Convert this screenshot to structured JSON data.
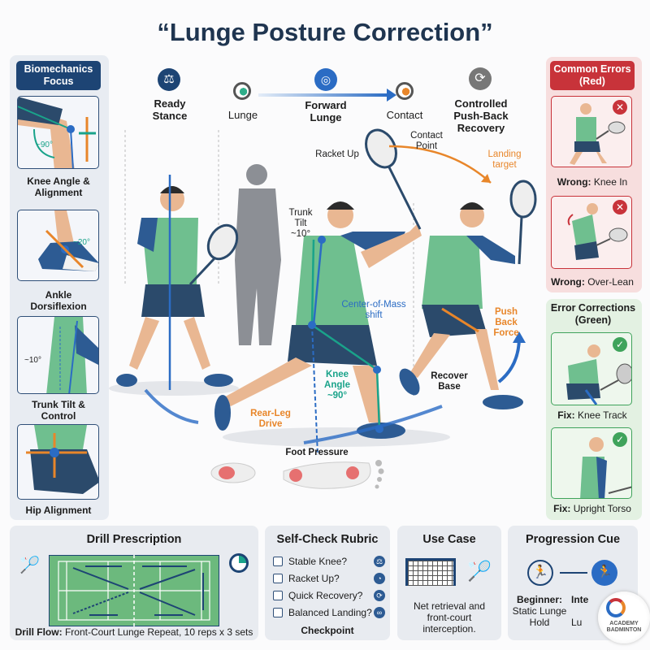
{
  "title": "“Lunge Posture Correction”",
  "biomechanics": {
    "header": "Biomechanics Focus",
    "items": [
      {
        "label": "Knee Angle & Alignment",
        "angle": "~90°"
      },
      {
        "label": "Ankle Dorsiflexion",
        "angle": "~20°"
      },
      {
        "label": "Trunk Tilt & Control",
        "angle": "~10°"
      },
      {
        "label": "Hip Alignment"
      }
    ]
  },
  "steps": [
    {
      "label": "Ready Stance",
      "icon": "balance-scale-icon"
    },
    {
      "label": "Lunge",
      "icon": "stopwatch-icon"
    },
    {
      "label": "Forward Lunge",
      "icon": "racket-icon"
    },
    {
      "label": "Contact",
      "icon": "stopwatch-icon"
    },
    {
      "label": "Controlled Push-Back Recovery",
      "icon": "recycle-icon"
    }
  ],
  "annotations": {
    "racket_up": "Racket Up",
    "contact_point": "Contact Point",
    "landing_target": "Landing target",
    "trunk_tilt": "Trunk Tilt ~10°",
    "center_of_mass": "Center-of-Mass shift",
    "knee_angle": "Knee Angle ~90°",
    "rear_leg": "Rear-Leg Drive",
    "recover_base": "Recover Base",
    "push_back": "Push Back Force",
    "foot_pressure": "Foot Pressure"
  },
  "errors": {
    "header": "Common Errors (Red)",
    "items": [
      {
        "prefix": "Wrong:",
        "text": "Knee In"
      },
      {
        "prefix": "Wrong:",
        "text": "Over-Lean"
      }
    ]
  },
  "corrections": {
    "header": "Error Corrections (Green)",
    "items": [
      {
        "prefix": "Fix:",
        "text": "Knee Track"
      },
      {
        "prefix": "Fix:",
        "text": "Upright Torso"
      }
    ]
  },
  "drill": {
    "title": "Drill Prescription",
    "flow_label": "Drill Flow:",
    "flow_text": "Front-Court Lunge Repeat, 10 reps x 3 sets"
  },
  "rubric": {
    "title": "Self-Check Rubric",
    "items": [
      "Stable Knee?",
      "Racket Up?",
      "Quick Recovery?",
      "Balanced Landing?"
    ],
    "footer": "Checkpoint"
  },
  "use_case": {
    "title": "Use Case",
    "text": "Net retrieval and front-court interception."
  },
  "progression": {
    "title": "Progression Cue",
    "beginner_label": "Beginner:",
    "beginner_text": "Static Lunge Hold",
    "next_label": "Inte",
    "next_text": "Lu"
  },
  "logo_text": "ACADEMY BADMINTON",
  "colors": {
    "navy": "#1d4474",
    "blue": "#2b6cc4",
    "orange": "#e8862a",
    "red": "#c8333a",
    "green": "#3fa35b",
    "teal": "#1aa38a"
  }
}
